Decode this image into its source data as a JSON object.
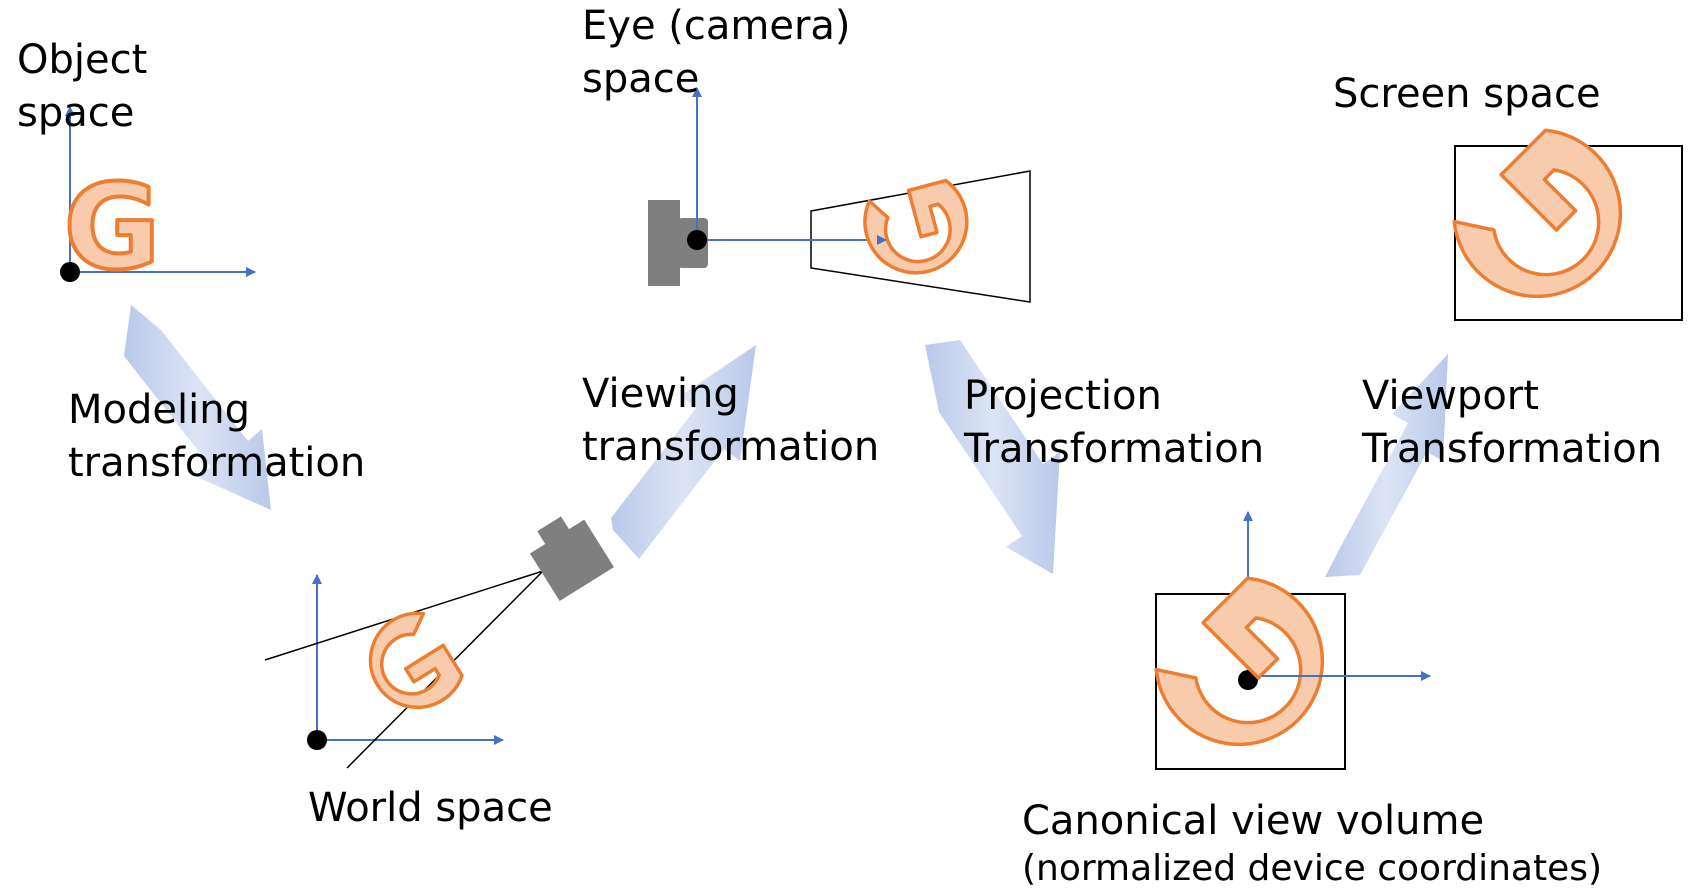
{
  "labels": {
    "object_space": [
      "Object",
      "space"
    ],
    "eye_space": [
      "Eye (camera)",
      "space"
    ],
    "screen_space": "Screen space",
    "modeling": [
      "Modeling",
      "transformation"
    ],
    "viewing": [
      "Viewing",
      "transformation"
    ],
    "projection": [
      "Projection",
      "Transformation"
    ],
    "viewport": [
      "Viewport",
      "Transformation"
    ],
    "world_space": "World space",
    "canonical": "Canonical view volume",
    "ndc": "(normalized device coordinates)"
  },
  "shape_glyph": "G",
  "colors": {
    "axis": "#4472c4",
    "glyph_fill": "#f8cbad",
    "glyph_stroke": "#ed7d31",
    "flow_arrow": "#c3d1ed",
    "camera": "#7f7f7f",
    "outline": "#000000"
  },
  "icons": [
    "axis-arrow-icon",
    "letter-g-icon",
    "camera-icon",
    "frustum-icon",
    "flow-arrow-icon",
    "origin-dot-icon"
  ]
}
